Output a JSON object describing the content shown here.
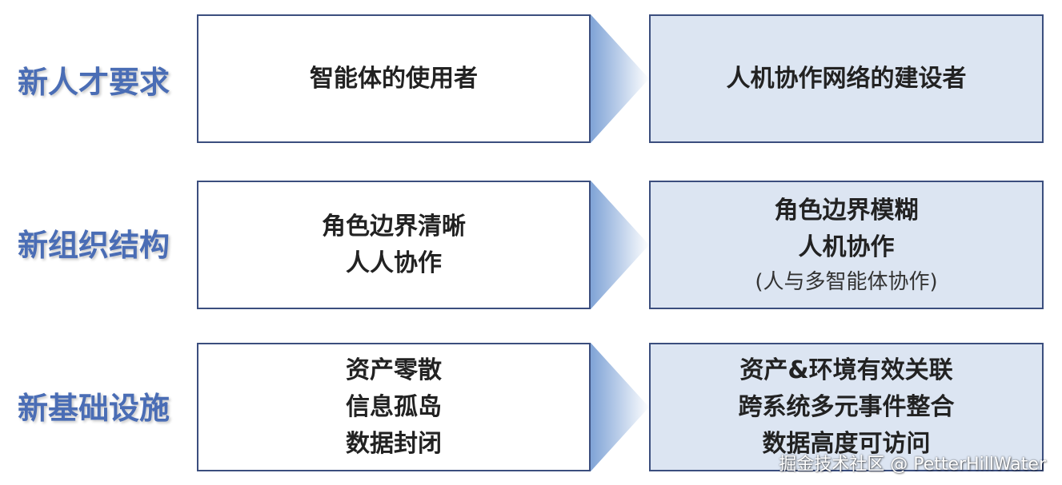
{
  "rows": [
    {
      "label": "新人才要求",
      "left_lines": [
        "智能体的使用者"
      ],
      "right_lines": [
        "人机协作网络的建设者"
      ],
      "right_note": ""
    },
    {
      "label": "新组织结构",
      "left_lines": [
        "角色边界清晰",
        "人人协作"
      ],
      "right_lines": [
        "角色边界模糊",
        "人机协作"
      ],
      "right_note": "(人与多智能体协作)"
    },
    {
      "label": "新基础设施",
      "left_lines": [
        "资产零散",
        "信息孤岛",
        "数据封闭"
      ],
      "right_lines": [
        "资产&环境有效关联",
        "跨系统多元事件整合",
        "数据高度可访问"
      ],
      "right_note": ""
    }
  ],
  "watermark": "掘金技术社区 @ PetterHillWater",
  "colors": {
    "label": "#4A6DB5",
    "box_border": "#3B4E7E",
    "right_box_fill": "#DCE5F2",
    "arrow_dark": "#7FA3D6",
    "arrow_light": "#FFFFFF"
  }
}
